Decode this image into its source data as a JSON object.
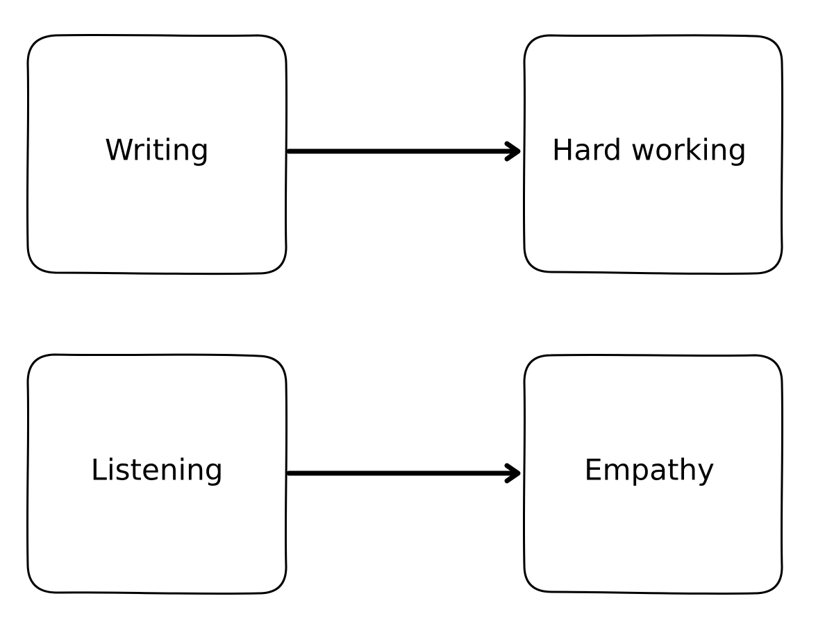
{
  "diagram": {
    "nodes": [
      {
        "id": "writing",
        "label": "Writing"
      },
      {
        "id": "hard-working",
        "label": "Hard working"
      },
      {
        "id": "listening",
        "label": "Listening"
      },
      {
        "id": "empathy",
        "label": "Empathy"
      }
    ],
    "edges": [
      {
        "from": "writing",
        "to": "hard-working"
      },
      {
        "from": "listening",
        "to": "empathy"
      }
    ],
    "colors": {
      "stroke": "#000000",
      "fill": "#ffffff",
      "background": "#ffffff"
    }
  }
}
